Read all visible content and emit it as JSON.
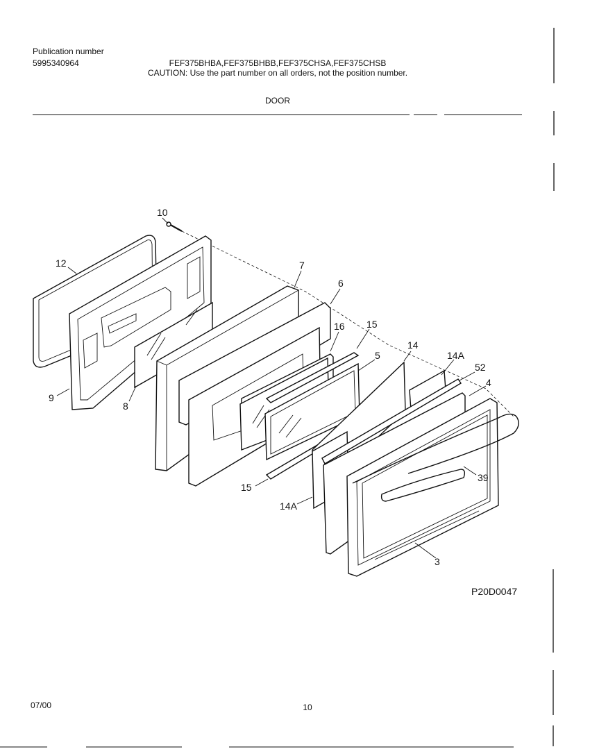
{
  "header": {
    "publication_label": "Publication number",
    "publication_number": "5995340964",
    "models": "FEF375BHBA,FEF375BHBB,FEF375CHSA,FEF375CHSB",
    "caution": "CAUTION:  Use the part number on all orders, not the position number.",
    "section_title": "DOOR"
  },
  "diagram": {
    "callouts": {
      "c10": "10",
      "c12": "12",
      "c9": "9",
      "c8": "8",
      "c7": "7",
      "c6": "6",
      "c16": "16",
      "c15a": "15",
      "c14": "14",
      "c5": "5",
      "c14a_top": "14A",
      "c52": "52",
      "c4": "4",
      "c39": "39",
      "c15b": "15",
      "c14a_bottom": "14A",
      "c3": "3"
    },
    "drawing_id": "P20D0047"
  },
  "footer": {
    "date": "07/00",
    "page_number": "10"
  }
}
